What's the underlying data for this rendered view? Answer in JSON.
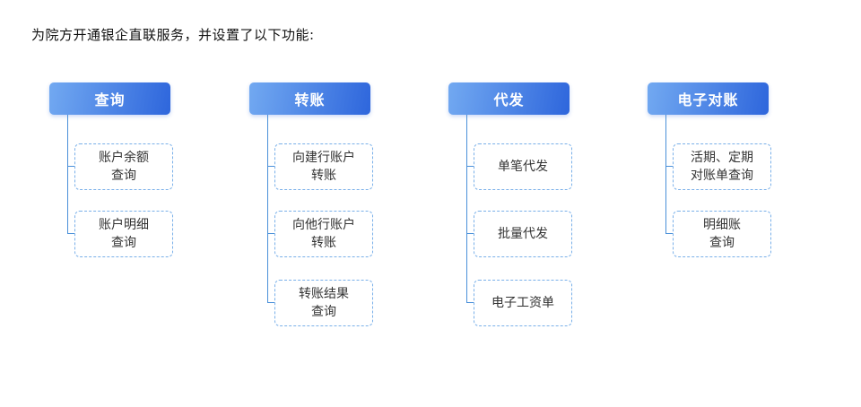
{
  "title": "为院方开通银企直联服务，并设置了以下功能:",
  "colors": {
    "header_gradient_start": "#72A9F1",
    "header_gradient_end": "#2E66DC",
    "node_border": "#7AB0E9",
    "connector": "#4A90D9",
    "node_text": "#333333",
    "header_text": "#FFFFFF"
  },
  "columns": [
    {
      "header": "查询",
      "children": [
        {
          "text": "账户余额\n查询"
        },
        {
          "text": "账户明细\n查询"
        }
      ]
    },
    {
      "header": "转账",
      "children": [
        {
          "text": "向建行账户\n转账"
        },
        {
          "text": "向他行账户\n转账"
        },
        {
          "text": "转账结果\n查询"
        }
      ]
    },
    {
      "header": "代发",
      "children": [
        {
          "text": "单笔代发"
        },
        {
          "text": "批量代发"
        },
        {
          "text": "电子工资单"
        }
      ]
    },
    {
      "header": "电子对账",
      "children": [
        {
          "text": "活期、定期\n对账单查询"
        },
        {
          "text": "明细账\n查询"
        }
      ]
    }
  ]
}
